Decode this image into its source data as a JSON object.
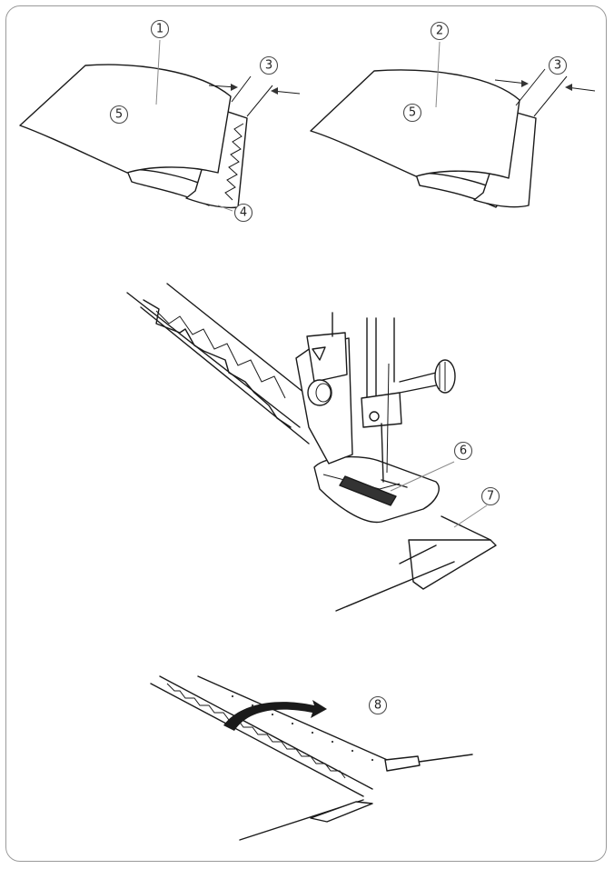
{
  "callouts": {
    "c1": "1",
    "c2": "2",
    "c3a": "3",
    "c3b": "3",
    "c4": "4",
    "c5a": "5",
    "c5b": "5",
    "c6": "6",
    "c7": "7",
    "c8": "8"
  },
  "colors": {
    "frame": "#9a9a9a",
    "line": "#1a1a1a",
    "callout_ring": "#4a4a4a"
  }
}
